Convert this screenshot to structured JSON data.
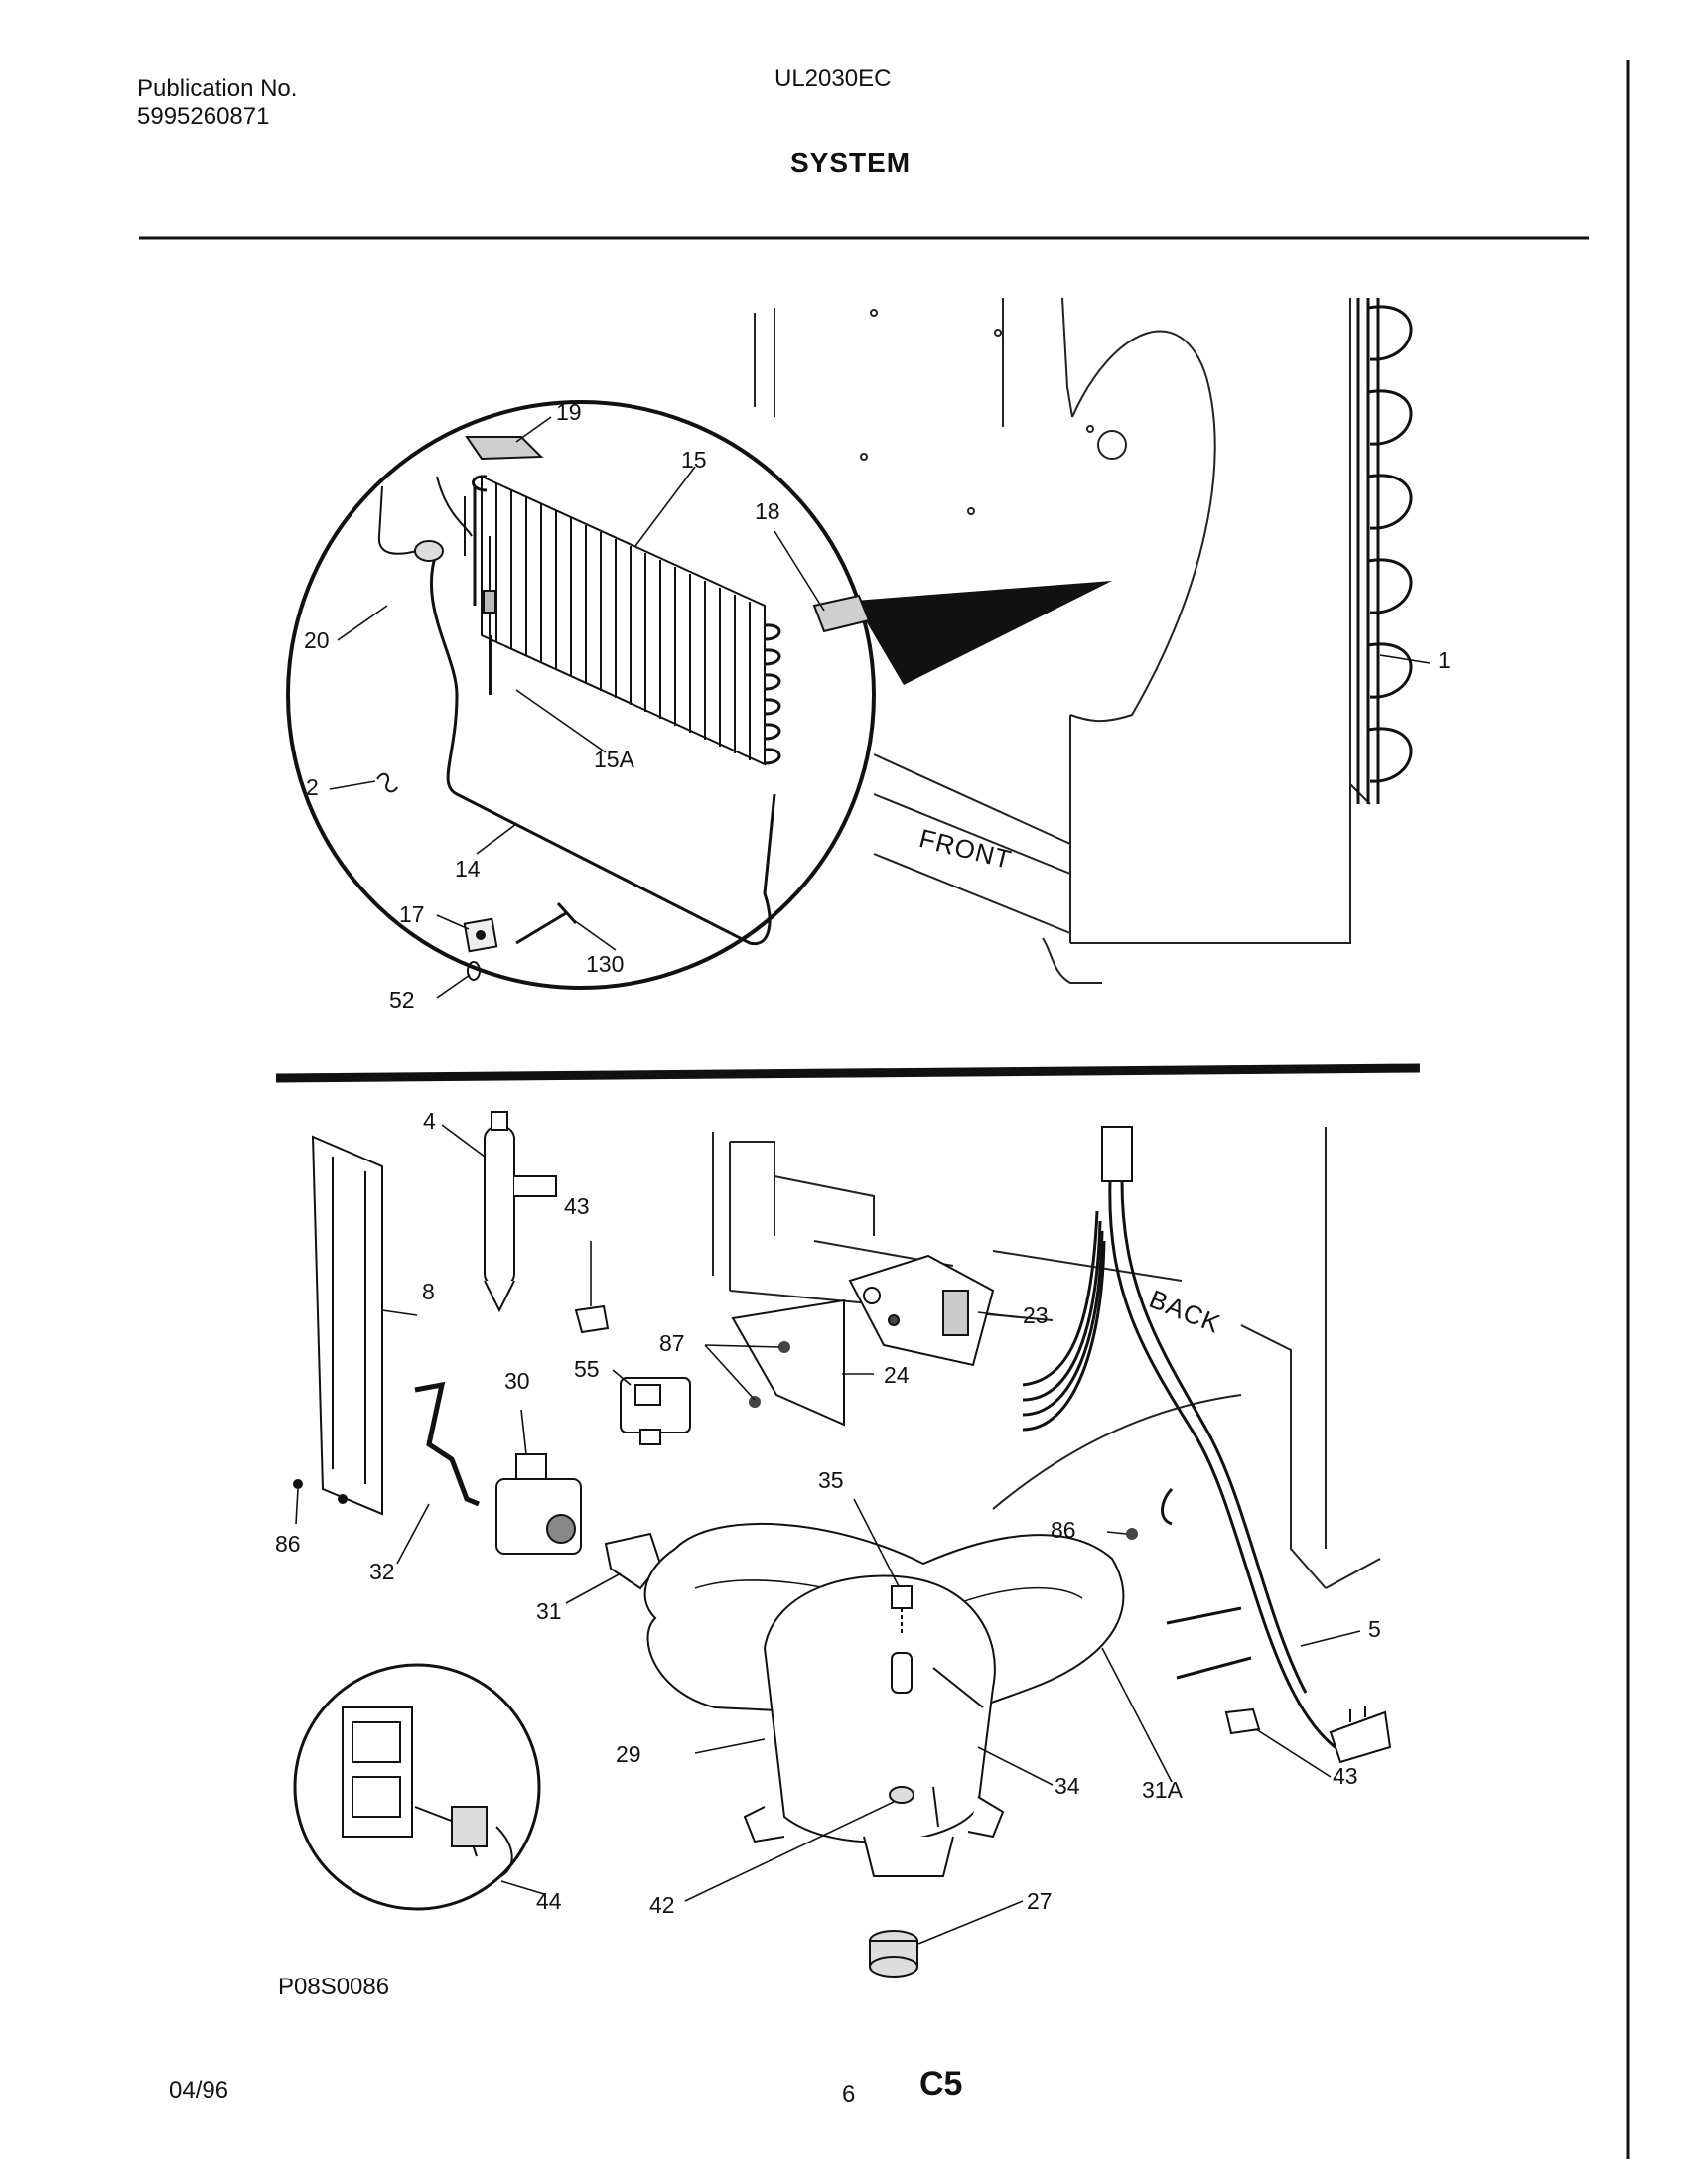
{
  "header": {
    "publication_label": "Publication No.",
    "publication_number": "5995260871",
    "model": "UL2030EC",
    "section_title": "SYSTEM"
  },
  "upper_view": {
    "callouts": [
      "19",
      "15",
      "18",
      "20",
      "15A",
      "2",
      "14",
      "17",
      "130",
      "52",
      "1"
    ],
    "cabinet_label": "FRONT"
  },
  "lower_view": {
    "callouts": [
      "4",
      "43",
      "8",
      "87",
      "23",
      "24",
      "55",
      "30",
      "35",
      "86",
      "86",
      "32",
      "31",
      "5",
      "29",
      "34",
      "31A",
      "43",
      "44",
      "42",
      "27"
    ],
    "cabinet_label": "BACK"
  },
  "figure_code": "P08S0086",
  "footer": {
    "date": "04/96",
    "page": "6",
    "code": "C5"
  }
}
